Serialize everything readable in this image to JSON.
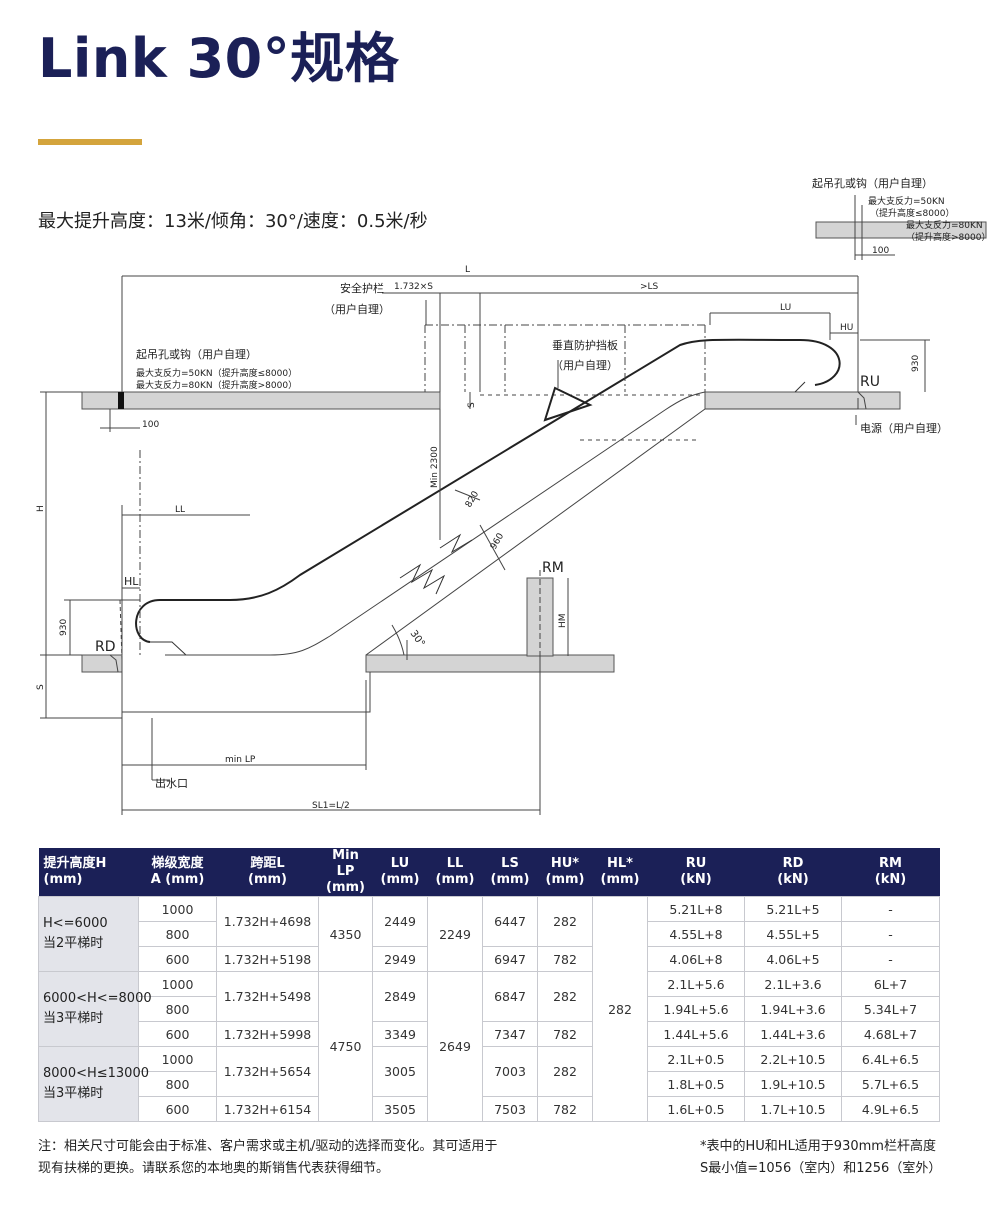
{
  "header": {
    "title": "Link 30°规格",
    "subtitle": "最大提升高度：13米/倾角：30°/速度：0.5米/秒"
  },
  "colors": {
    "navy": "#1b2057",
    "gold": "#d4a43c",
    "group_bg": "#e3e4ea",
    "floor_gray": "#d4d4d4"
  },
  "drawing": {
    "top_right_hook": {
      "title": "起吊孔或钩（用户自理）",
      "line1": "最大支反力=50KN",
      "line2": "（提升高度≤8000）",
      "line3": "最大支反力=80KN",
      "line4": "（提升高度>8000）",
      "dim": "100"
    },
    "left_hook": {
      "title": "起吊孔或钩（用户自理）",
      "line1": "最大支反力=50KN（提升高度≤8000）",
      "line2": "最大支反力=80KN（提升高度>8000）",
      "dim": "100"
    },
    "safety_rail": {
      "title": "安全护栏",
      "sub": "（用户自理）"
    },
    "guard_plate": {
      "title": "垂直防护挡板",
      "sub": "（用户自理）"
    },
    "power": "电源（用户自理）",
    "drain": "出水口",
    "dims": {
      "L": "L",
      "s_factor": "1.732×S",
      "gt_ls": ">LS",
      "LU": "LU",
      "HU": "HU",
      "h930_upper": "930",
      "RU": "RU",
      "S_upper": "S",
      "min2300": "Min 2300",
      "d820": "820",
      "d960": "960",
      "H": "H",
      "LL": "LL",
      "HL": "HL",
      "h930_lower": "930",
      "RD": "RD",
      "RM": "RM",
      "HM": "HM",
      "angle": "30°",
      "S_lower": "S",
      "minLP": "min LP",
      "SL1": "SL1=L/2"
    }
  },
  "table": {
    "headers": [
      [
        "提升高度H",
        "(mm)"
      ],
      [
        "梯级宽度",
        "A (mm)"
      ],
      [
        "跨距L",
        "(mm)"
      ],
      [
        "Min LP",
        "(mm)"
      ],
      [
        "LU",
        "(mm)"
      ],
      [
        "LL",
        "(mm)"
      ],
      [
        "LS",
        "(mm)"
      ],
      [
        "HU*",
        "(mm)"
      ],
      [
        "HL*",
        "(mm)"
      ],
      [
        "RU",
        "(kN)"
      ],
      [
        "RD",
        "(kN)"
      ],
      [
        "RM",
        "(kN)"
      ]
    ],
    "groups": [
      {
        "label": [
          "H<=6000",
          "当2平梯时"
        ],
        "minlp": "4350",
        "ll": "2249",
        "rows": [
          {
            "a": "1000",
            "l": "1.732H+4698",
            "lu": "2449",
            "ls": "6447",
            "hu": "282",
            "ru": "5.21L+8",
            "rd": "5.21L+5",
            "rm": "-"
          },
          {
            "a": "800",
            "ru": "4.55L+8",
            "rd": "4.55L+5",
            "rm": "-"
          },
          {
            "a": "600",
            "l": "1.732H+5198",
            "lu": "2949",
            "ls": "6947",
            "hu": "782",
            "ru": "4.06L+8",
            "rd": "4.06L+5",
            "rm": "-"
          }
        ]
      },
      {
        "label": [
          "6000<H<=8000",
          "当3平梯时"
        ],
        "rows": [
          {
            "a": "1000",
            "l": "1.732H+5498",
            "lu": "2849",
            "ls": "6847",
            "hu": "282",
            "ru": "2.1L+5.6",
            "rd": "2.1L+3.6",
            "rm": "6L+7"
          },
          {
            "a": "800",
            "ru": "1.94L+5.6",
            "rd": "1.94L+3.6",
            "rm": "5.34L+7"
          },
          {
            "a": "600",
            "l": "1.732H+5998",
            "lu": "3349",
            "ls": "7347",
            "hu": "782",
            "ru": "1.44L+5.6",
            "rd": "1.44L+3.6",
            "rm": "4.68L+7"
          }
        ]
      },
      {
        "label": [
          "8000<H≤13000",
          "当3平梯时"
        ],
        "rows": [
          {
            "a": "1000",
            "l": "1.732H+5654",
            "lu": "3005",
            "ls": "7003",
            "hu": "282",
            "ru": "2.1L+0.5",
            "rd": "2.2L+10.5",
            "rm": "6.4L+6.5"
          },
          {
            "a": "800",
            "ru": "1.8L+0.5",
            "rd": "1.9L+10.5",
            "rm": "5.7L+6.5"
          },
          {
            "a": "600",
            "l": "1.732H+6154",
            "lu": "3505",
            "ls": "7503",
            "hu": "782",
            "ru": "1.6L+0.5",
            "rd": "1.7L+10.5",
            "rm": "4.9L+6.5"
          }
        ]
      }
    ],
    "merged": {
      "minlp_lower": "4750",
      "ll_lower": "2649",
      "hl": "282"
    }
  },
  "notes": {
    "left_line1": "注：相关尺寸可能会由于标准、客户需求或主机/驱动的选择而变化。其可适用于",
    "left_line2": "现有扶梯的更换。请联系您的本地奥的斯销售代表获得细节。",
    "right_line1": "*表中的HU和HL适用于930mm栏杆高度",
    "right_line2": "S最小值=1056（室内）和1256（室外）"
  }
}
